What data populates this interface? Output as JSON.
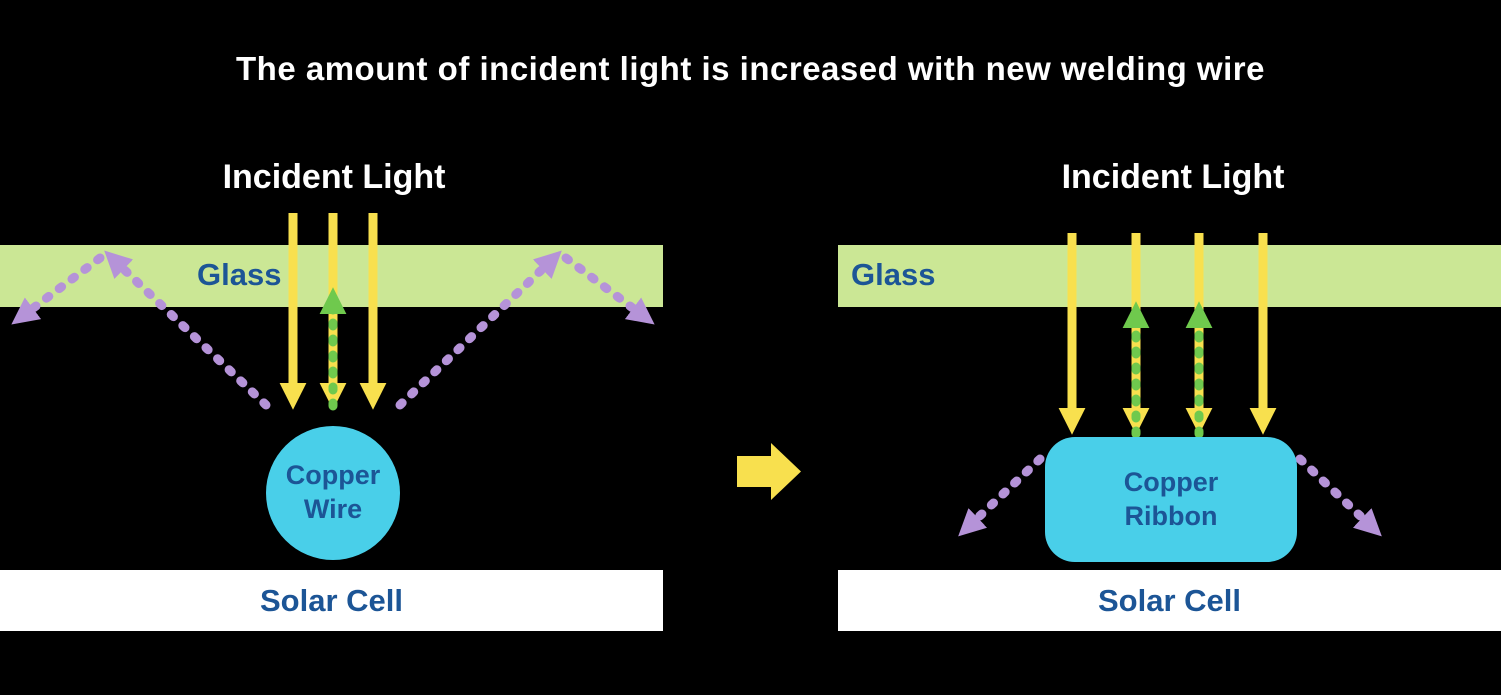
{
  "title": "The amount of incident light is increased with new welding wire",
  "colors": {
    "background": "#000000",
    "title_text": "#ffffff",
    "glass_band": "#cbe795",
    "incident_ray_yellow": "#f8e04e",
    "reflected_ray_green": "#6fc94d",
    "scattered_ray_purple": "#b593d8",
    "copper_cyan": "#49cfe9",
    "label_blue": "#1c5596",
    "solar_cell_white": "#ffffff"
  },
  "left_panel": {
    "incident_light_label": "Incident Light",
    "glass_label": "Glass",
    "copper_line1": "Copper",
    "copper_line2": "Wire",
    "solar_cell_label": "Solar Cell"
  },
  "right_panel": {
    "incident_light_label": "Incident Light",
    "glass_label": "Glass",
    "copper_line1": "Copper",
    "copper_line2": "Ribbon",
    "solar_cell_label": "Solar Cell"
  }
}
